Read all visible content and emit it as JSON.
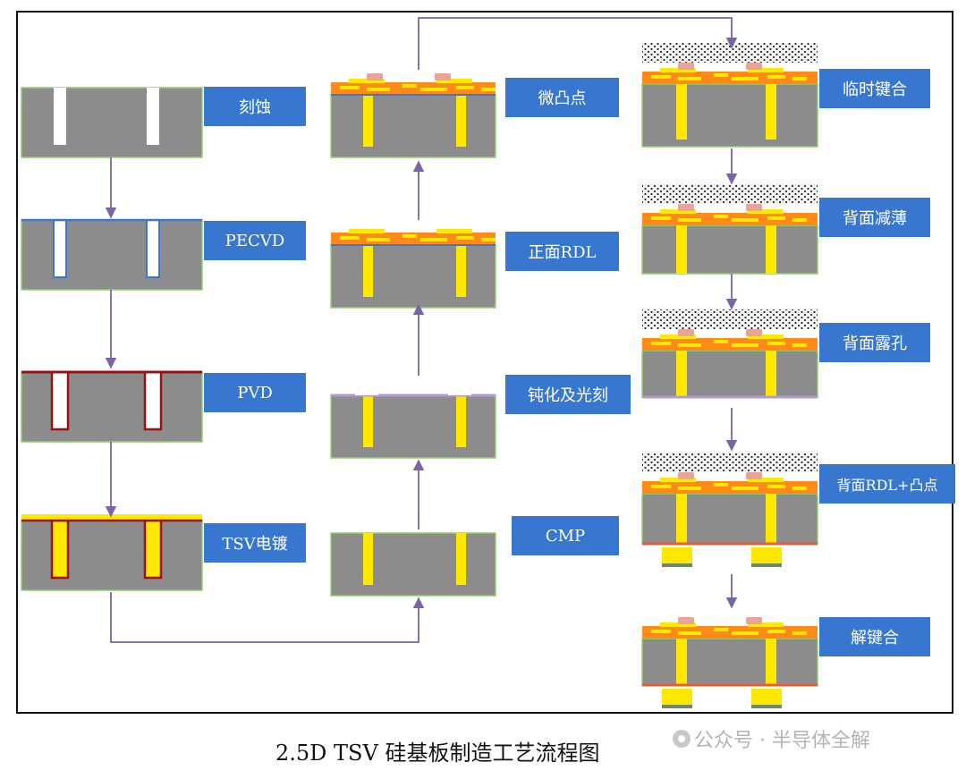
{
  "colors": {
    "silicon": "#8c8c8c",
    "copper": "#ffe800",
    "copper_edge": "#d4b400",
    "liner": "#9b1010",
    "oxide": "#3a78d0",
    "rdl_layer": "#ff8a1a",
    "bump_pad": "#e8a39a",
    "passivation": "#b59ad4",
    "carrier": "#f4f4f4",
    "arrow": "#7b63a8",
    "label_bg": "#3877cf"
  },
  "steps": {
    "etch": "刻蚀",
    "pecvd": "PECVD",
    "pvd": "PVD",
    "plating": "TSV电镀",
    "cmp": "CMP",
    "passivation": "钝化及光刻",
    "front_rdl": "正面RDL",
    "microbump": "微凸点",
    "temp_bond": "临时键合",
    "backside_thin": "背面减薄",
    "backside_reveal": "背面露孔",
    "backside_rdl_bump": "背面RDL+凸点",
    "debond": "解键合"
  },
  "caption": "2.5D TSV 硅基板制造工艺流程图",
  "watermark": "公众号 · 半导体全解"
}
